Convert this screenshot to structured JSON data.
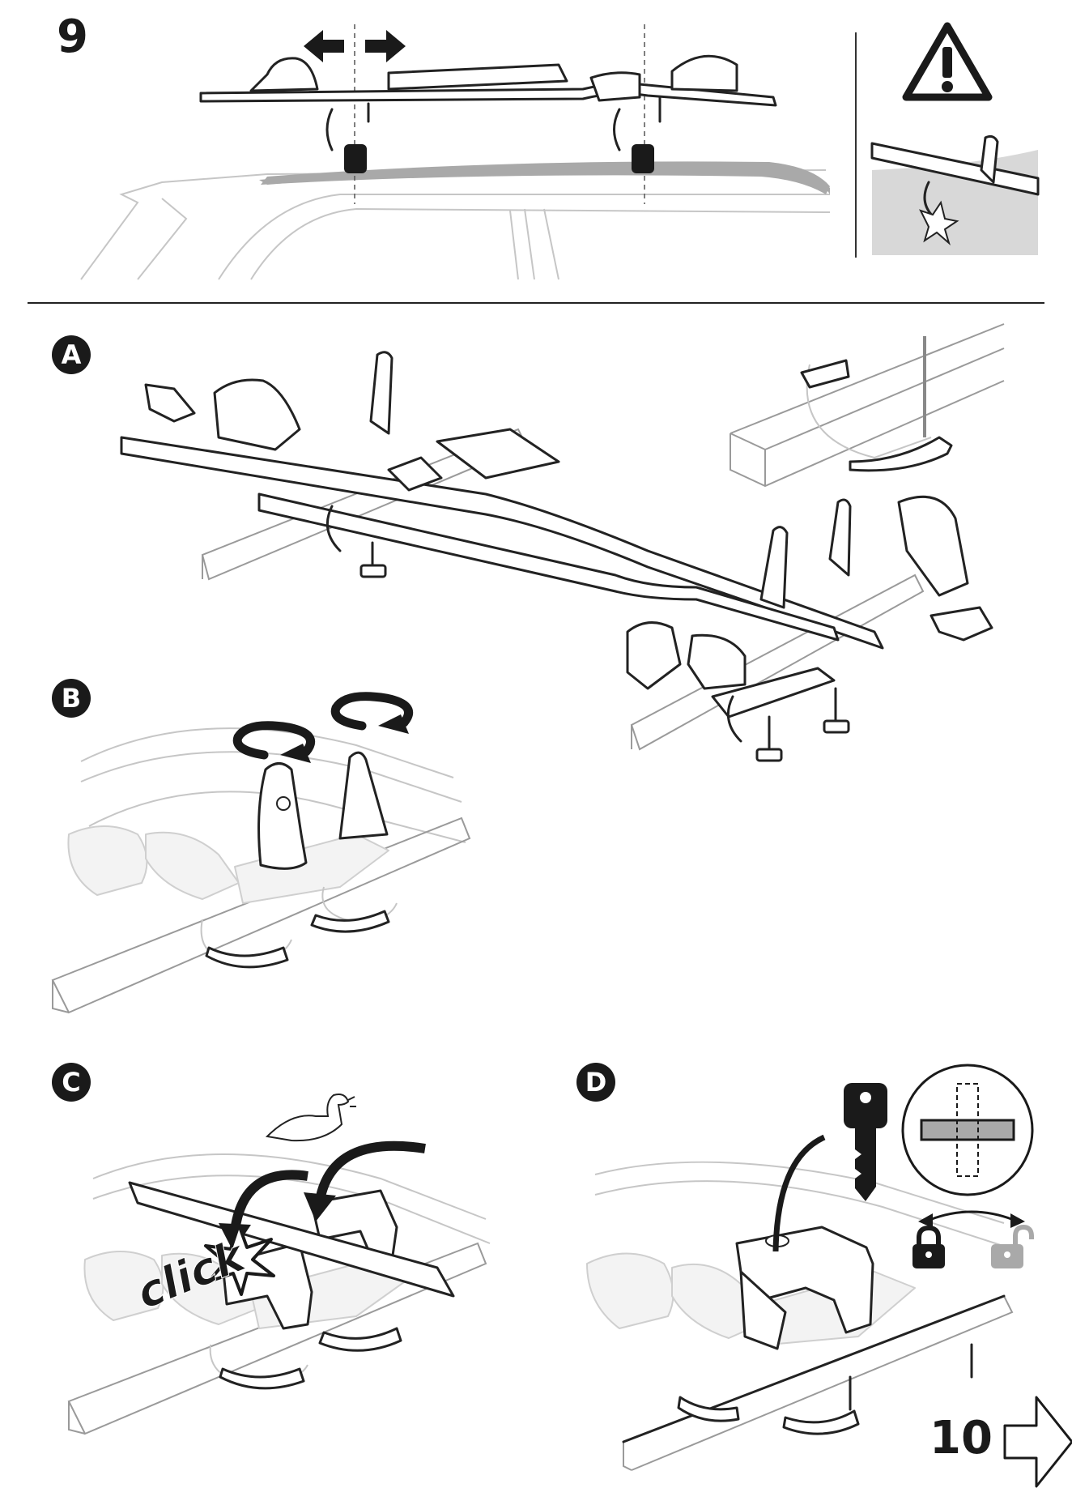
{
  "page": {
    "step_number": "9",
    "next_step_number": "10"
  },
  "panels": {
    "a": {
      "badge": "A"
    },
    "b": {
      "badge": "B"
    },
    "c": {
      "badge": "C",
      "caption": "click"
    },
    "d": {
      "badge": "D"
    }
  },
  "colors": {
    "ink": "#1a1a1a",
    "roof_grey": "#a9a9a9",
    "faded_line": "#c6c6c6"
  },
  "icons": [
    "warning-icon",
    "double-arrow-icon",
    "rotate-arrow-icon",
    "key-icon",
    "lock-closed-icon",
    "lock-open-icon",
    "next-arrow-icon",
    "strong-arm-icon"
  ]
}
